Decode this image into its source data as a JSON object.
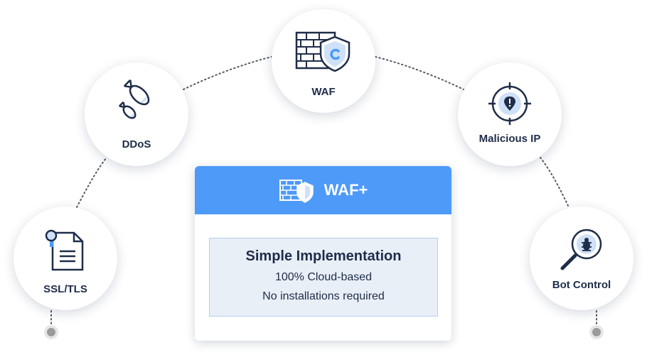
{
  "nodes": [
    {
      "id": "ssl",
      "label": "SSL/TLS",
      "icon": "certificate-document-icon"
    },
    {
      "id": "ddos",
      "label": "DDoS",
      "icon": "bombs-icon"
    },
    {
      "id": "waf",
      "label": "WAF",
      "icon": "firewall-shield-icon"
    },
    {
      "id": "malicious",
      "label": "Malicious IP",
      "icon": "target-crosshair-icon"
    },
    {
      "id": "bot",
      "label": "Bot Control",
      "icon": "bug-magnifier-icon"
    }
  ],
  "card": {
    "title": "WAF+",
    "icon": "firewall-shield-icon",
    "feature_title": "Simple Implementation",
    "feature_lines": [
      "100% Cloud-based",
      "No installations required"
    ]
  },
  "colors": {
    "accent": "#4d9af8",
    "text": "#1f2d49",
    "feature_bg": "#e9eff7",
    "connector": "#555a64",
    "endpoint": "#b5b5b5"
  }
}
